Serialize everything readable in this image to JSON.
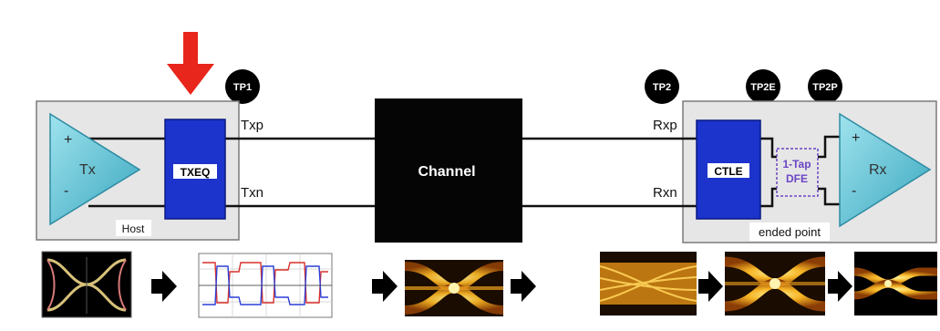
{
  "test_points": {
    "tp1": "TP1",
    "tp2": "TP2",
    "tp2e": "TP2E",
    "tp2p": "TP2P"
  },
  "transmitter": {
    "amp_label": "Tx",
    "plus": "+",
    "minus": "-",
    "eq_label": "TXEQ",
    "host_label": "Host",
    "pos_wire": "Txp",
    "neg_wire": "Txn"
  },
  "channel": {
    "label": "Channel"
  },
  "receiver": {
    "amp_label": "Rx",
    "plus": "+",
    "minus": "-",
    "ctle_label": "CTLE",
    "dfe_line1": "1-Tap",
    "dfe_line2": "DFE",
    "pos_wire": "Rxp",
    "neg_wire": "Rxn",
    "caption": "ended point"
  },
  "colors": {
    "amp_fill": "#5bbfd1",
    "eq_fill": "#1c33cc",
    "channel_fill": "#050505",
    "dfe_text": "#6a45c4",
    "arrow_red": "#e8261b",
    "panel_fill": "#e6e6e6"
  },
  "icons": [
    "down-arrow-icon",
    "right-arrow-icon",
    "eye-diagram",
    "waveform-plot"
  ]
}
